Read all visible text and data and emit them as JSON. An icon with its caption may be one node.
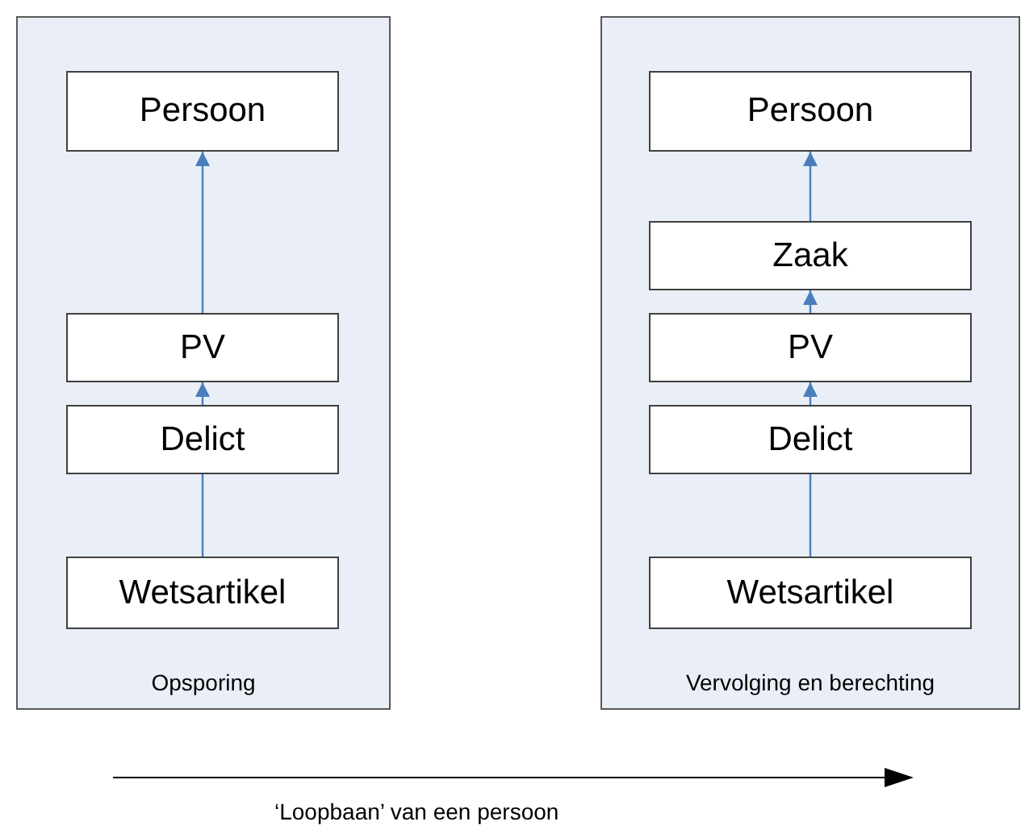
{
  "diagram": {
    "nodes": [
      {
        "text": [
          "Opsporing"
        ]
      },
      {
        "text": [
          "Persoon"
        ],
        "in": 0
      },
      {
        "text": [
          "PV"
        ],
        "in": 0
      },
      {
        "text": [
          "Delict"
        ],
        "in": 0
      },
      {
        "text": [
          "Wetsartikel"
        ],
        "in": 0
      },
      {
        "text": [
          "Vervolging en berechting"
        ]
      },
      {
        "text": [
          "Persoon"
        ],
        "in": 5
      },
      {
        "text": [
          "Zaak"
        ],
        "in": 5
      },
      {
        "text": [
          "PV"
        ],
        "in": 5
      },
      {
        "text": [
          "Delict"
        ],
        "in": 5
      },
      {
        "text": [
          "Wetsartikel"
        ],
        "in": 5
      }
    ],
    "edges": [
      {
        "from": 4,
        "to": 3,
        "arrow": "none"
      },
      {
        "from": 3,
        "to": 2,
        "arrow": "to"
      },
      {
        "from": 2,
        "to": 1,
        "arrow": "to"
      },
      {
        "from": 10,
        "to": 9,
        "arrow": "none"
      },
      {
        "from": 9,
        "to": 8,
        "arrow": "to"
      },
      {
        "from": 8,
        "to": 7,
        "arrow": "to"
      },
      {
        "from": 7,
        "to": 6,
        "arrow": "to"
      }
    ],
    "labels": [
      "‘Loopbaan’ van een persoon"
    ]
  }
}
